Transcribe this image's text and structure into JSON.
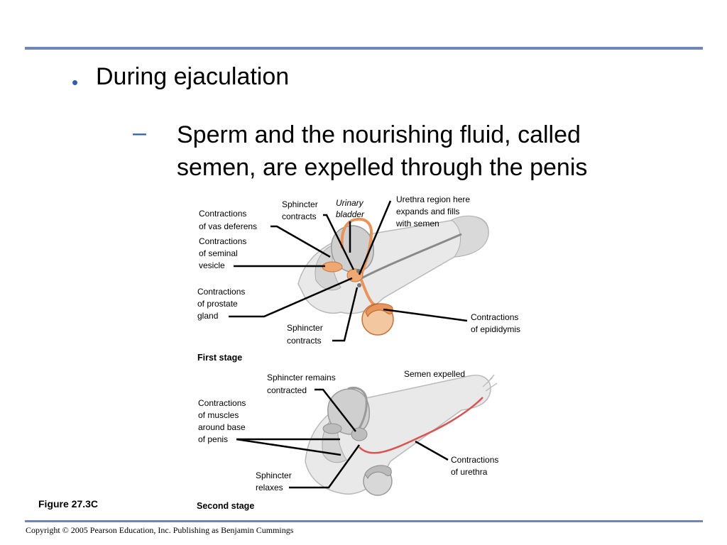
{
  "slide": {
    "bullet": "During ejaculation",
    "sub_bullet_dash": "–",
    "sub_bullet_line1": "Sperm and the nourishing fluid, called",
    "sub_bullet_line2": "semen, are expelled through the penis"
  },
  "figure": {
    "caption": "Figure 27.3C",
    "first_stage": {
      "title": "First stage",
      "labels": {
        "vas_deferens_1": "Contractions",
        "vas_deferens_2": "of  vas deferens",
        "sphincter_top_1": "Sphincter",
        "sphincter_top_2": "contracts",
        "bladder_1": "Urinary",
        "bladder_2": "bladder",
        "urethra_1": "Urethra region here",
        "urethra_2": "expands and fills",
        "urethra_3": "with semen",
        "seminal_1": "Contractions",
        "seminal_2": "of seminal",
        "seminal_3": "vesicle",
        "prostate_1": "Contractions",
        "prostate_2": "of prostate",
        "prostate_3": "gland",
        "sphincter_bottom_1": "Sphincter",
        "sphincter_bottom_2": "contracts",
        "epididymis_1": "Contractions",
        "epididymis_2": "of epididymis"
      }
    },
    "second_stage": {
      "title": "Second stage",
      "labels": {
        "sphincter_remains_1": "Sphincter remains",
        "sphincter_remains_2": "contracted",
        "semen_expelled": "Semen expelled",
        "muscles_1": "Contractions",
        "muscles_2": "of muscles",
        "muscles_3": "around base",
        "muscles_4": "of penis",
        "urethra_1": "Contractions",
        "urethra_2": "of urethra",
        "sphincter_relaxes_1": "Sphincter",
        "sphincter_relaxes_2": "relaxes"
      }
    }
  },
  "footer": {
    "copyright": "Copyright © 2005 Pearson Education, Inc. Publishing as Benjamin Cummings"
  },
  "colors": {
    "rule": "#6f86b8",
    "bullet_accent": "#2f5fa8",
    "orange_duct": "#e8945a",
    "urethra_red": "#d9534f",
    "tissue_gray": "#c9c9c9"
  }
}
